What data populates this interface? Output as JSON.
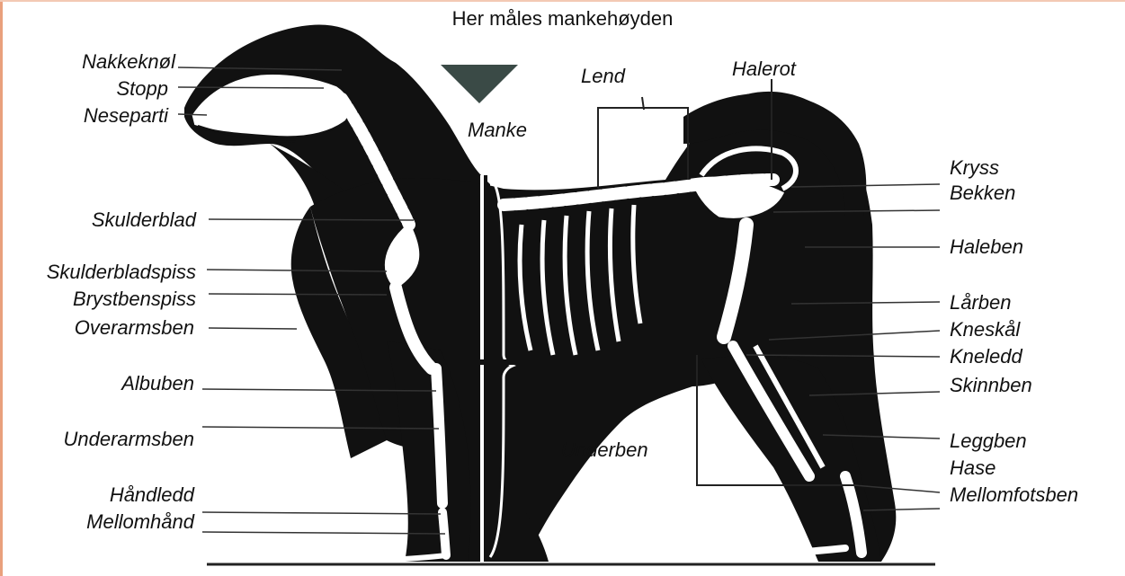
{
  "title": "Her måles mankehøyden",
  "labels": {
    "nakkeknol": "Nakkeknøl",
    "stopp": "Stopp",
    "neseparti": "Neseparti",
    "skulderblad": "Skulderblad",
    "skulderbladspiss": "Skulderbladspiss",
    "brystbenspiss": "Brystbenspiss",
    "overarmsben": "Overarmsben",
    "albuben": "Albuben",
    "underarmsben": "Underarmsben",
    "handledd": "Håndledd",
    "mellomhand": "Mellomhånd",
    "manke": "Manke",
    "lend": "Lend",
    "halerot": "Halerot",
    "underben": "Underben",
    "kryss": "Kryss",
    "bekken": "Bekken",
    "haleben": "Haleben",
    "larben": "Lårben",
    "kneskal": "Kneskål",
    "kneledd": "Kneledd",
    "skinnben": "Skinnben",
    "leggben": "Leggben",
    "hase": "Hase",
    "mellomfotsben": "Mellomfotsben"
  },
  "colors": {
    "fur": "#111111",
    "bone": "#ffffff",
    "line": "#222222",
    "marker": "#3a4a46",
    "edge": "#e9a07d"
  }
}
